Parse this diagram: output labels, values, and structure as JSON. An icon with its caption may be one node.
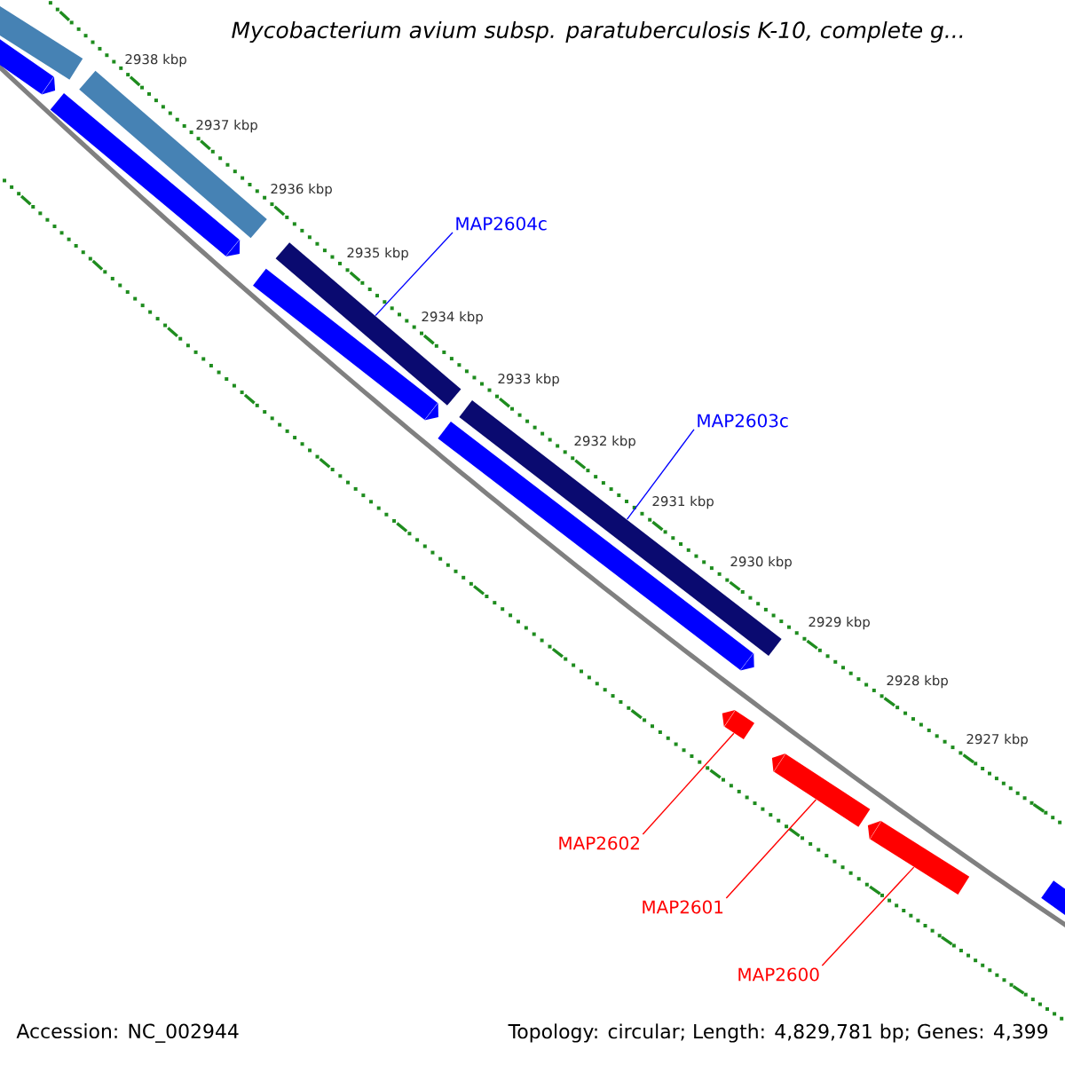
{
  "diagram": {
    "title": "Mycobacterium avium subsp. paratuberculosis K-10, complete g...",
    "nodes": [
      {
        "text": [],
        "shape": "bar"
      },
      {
        "text": [],
        "shape": "arrow"
      },
      {
        "text": [],
        "shape": "bar"
      },
      {
        "text": [],
        "shape": "arrow"
      },
      {
        "text": [],
        "shape": "bar"
      },
      {
        "text": [],
        "shape": "arrow"
      },
      {
        "text": [],
        "shape": "bar"
      },
      {
        "text": [],
        "shape": "arrow"
      },
      {
        "text": [],
        "shape": "arrow"
      },
      {
        "text": [],
        "shape": "arrow"
      },
      {
        "text": [],
        "shape": "arrow"
      },
      {
        "text": [],
        "shape": "arrow"
      },
      {
        "text": [
          "MAP2604c"
        ]
      },
      {
        "text": [
          "MAP2603c"
        ]
      },
      {
        "text": [
          "MAP2602"
        ]
      },
      {
        "text": [
          "MAP2601"
        ]
      },
      {
        "text": [
          "MAP2600"
        ]
      }
    ],
    "edges": [
      {
        "from": 12,
        "to": 4,
        "arrow": "none",
        "color": "#0000ff"
      },
      {
        "from": 13,
        "to": 6,
        "arrow": "none",
        "color": "#0000ff"
      },
      {
        "from": 14,
        "to": 8,
        "arrow": "none"
      },
      {
        "from": 15,
        "to": 9,
        "arrow": "none"
      },
      {
        "from": 16,
        "to": 10,
        "arrow": "none"
      }
    ],
    "labels": [
      "2938 kbp",
      "2937 kbp",
      "2936 kbp",
      "2935 kbp",
      "2934 kbp",
      "2933 kbp",
      "2932 kbp",
      "2931 kbp",
      "2930 kbp",
      "2929 kbp",
      "2928 kbp",
      "2927 kbp",
      "Accession: NC_002944",
      "Topology: circular; Length: 4,829,781 bp; Genes: 4,399"
    ]
  }
}
